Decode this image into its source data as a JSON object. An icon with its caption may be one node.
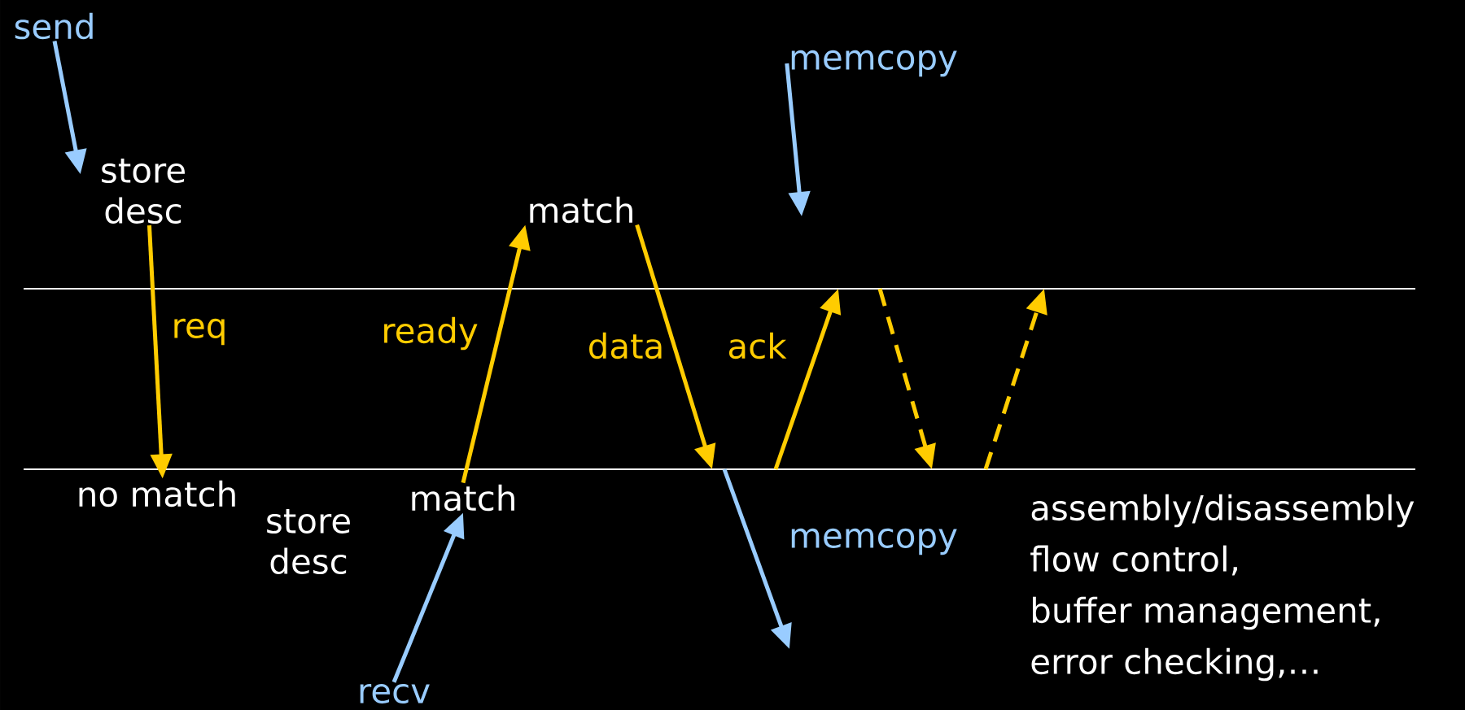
{
  "diagram": {
    "nodes": [
      {
        "text": [
          "send"
        ]
      },
      {
        "text": [
          "memcopy"
        ]
      },
      {
        "text": [
          "store desc"
        ]
      },
      {
        "text": [
          "match"
        ]
      },
      {
        "text": [],
        "shape": "bar"
      },
      {
        "text": [],
        "shape": "bar"
      },
      {
        "text": [
          "no match"
        ]
      },
      {
        "text": [
          "store desc"
        ]
      },
      {
        "text": [
          "match"
        ]
      },
      {
        "text": [
          "recv"
        ]
      }
    ],
    "edges": [
      {
        "from": 0,
        "to": 2,
        "arrow": "to",
        "color": "#99ccff"
      },
      {
        "from": 2,
        "to": 6,
        "arrow": "to",
        "label": "req"
      },
      {
        "from": 8,
        "to": 3,
        "arrow": "to",
        "label": "ready"
      },
      {
        "from": 3,
        "to": 5,
        "arrow": "to",
        "label": "data"
      },
      {
        "from": 5,
        "to": 4,
        "arrow": "to",
        "label": "ack"
      },
      {
        "from": 4,
        "to": 5,
        "arrow": "to",
        "style": "dashed"
      },
      {
        "from": 5,
        "to": 4,
        "arrow": "to",
        "style": "dashed"
      },
      {
        "from": 1,
        "to": null,
        "arrow": "to",
        "color": "#99ccff"
      },
      {
        "from": 5,
        "to": null,
        "arrow": "to",
        "label": "memcopy",
        "color": "#99ccff"
      },
      {
        "from": 9,
        "to": 8,
        "arrow": "to",
        "color": "#99ccff"
      }
    ],
    "labels": [
      "assembly/disassembly",
      "flow control,",
      "buffer management,",
      "error checking,…"
    ]
  }
}
